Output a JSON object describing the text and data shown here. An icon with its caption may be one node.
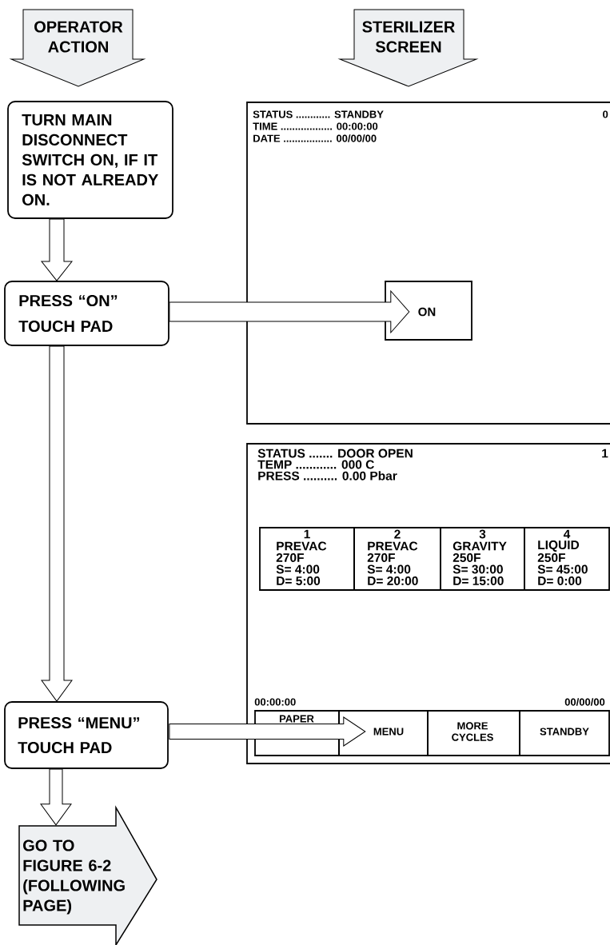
{
  "diagram": {
    "nodes": [
      {
        "text": [
          "OPERATOR ACTION"
        ]
      },
      {
        "text": [
          "STERILIZER SCREEN"
        ]
      },
      {
        "text": [
          "TURN MAIN DISCONNECT SWITCH ON, IF IT IS NOT ALREADY ON."
        ]
      },
      {
        "text": [
          "PRESS “ON” TOUCH PAD"
        ]
      },
      {
        "text": [
          "PRESS “MENU” TOUCH PAD"
        ]
      },
      {
        "text": [
          "GO TO FIGURE 6-2 (FOLLOWING PAGE)"
        ]
      },
      {
        "text": [
          "STATUS ............ STANDBY",
          "TIME .................. 00:00:00",
          "DATE ................. 00/00/00",
          "0"
        ]
      },
      {
        "text": [
          "ON"
        ],
        "in": 6
      },
      {
        "text": [
          "STATUS ....... DOOR OPEN",
          "TEMP ............ 000 C",
          "PRESS .......... 0.00 Pbar",
          "1",
          "00:00:00",
          "00/00/00"
        ]
      },
      {
        "text": [
          "1",
          "PREVAC",
          "270F",
          "S= 4:00",
          "D= 5:00"
        ],
        "in": 8
      },
      {
        "text": [
          "2",
          "PREVAC",
          "270F",
          "S= 4:00",
          "D= 20:00"
        ],
        "in": 8
      },
      {
        "text": [
          "3",
          "GRAVITY",
          "250F",
          "S= 30:00",
          "D= 15:00"
        ],
        "in": 8
      },
      {
        "text": [
          "4",
          "LIQUID",
          "250F",
          "S= 45:00",
          "D= 0:00"
        ],
        "in": 8
      },
      {
        "text": [
          "PAPER"
        ],
        "in": 8
      },
      {
        "text": [
          "MENU"
        ],
        "in": 8
      },
      {
        "text": [
          "MORE CYCLES"
        ],
        "in": 8
      },
      {
        "text": [
          "STANDBY"
        ],
        "in": 8
      }
    ],
    "edges": [
      {
        "from": 2,
        "to": 3,
        "arrow": "to"
      },
      {
        "from": 3,
        "to": 7,
        "arrow": "to"
      },
      {
        "from": 3,
        "to": 4,
        "arrow": "to"
      },
      {
        "from": 4,
        "to": 14,
        "arrow": "to"
      },
      {
        "from": 4,
        "to": 5,
        "arrow": "to"
      }
    ]
  }
}
